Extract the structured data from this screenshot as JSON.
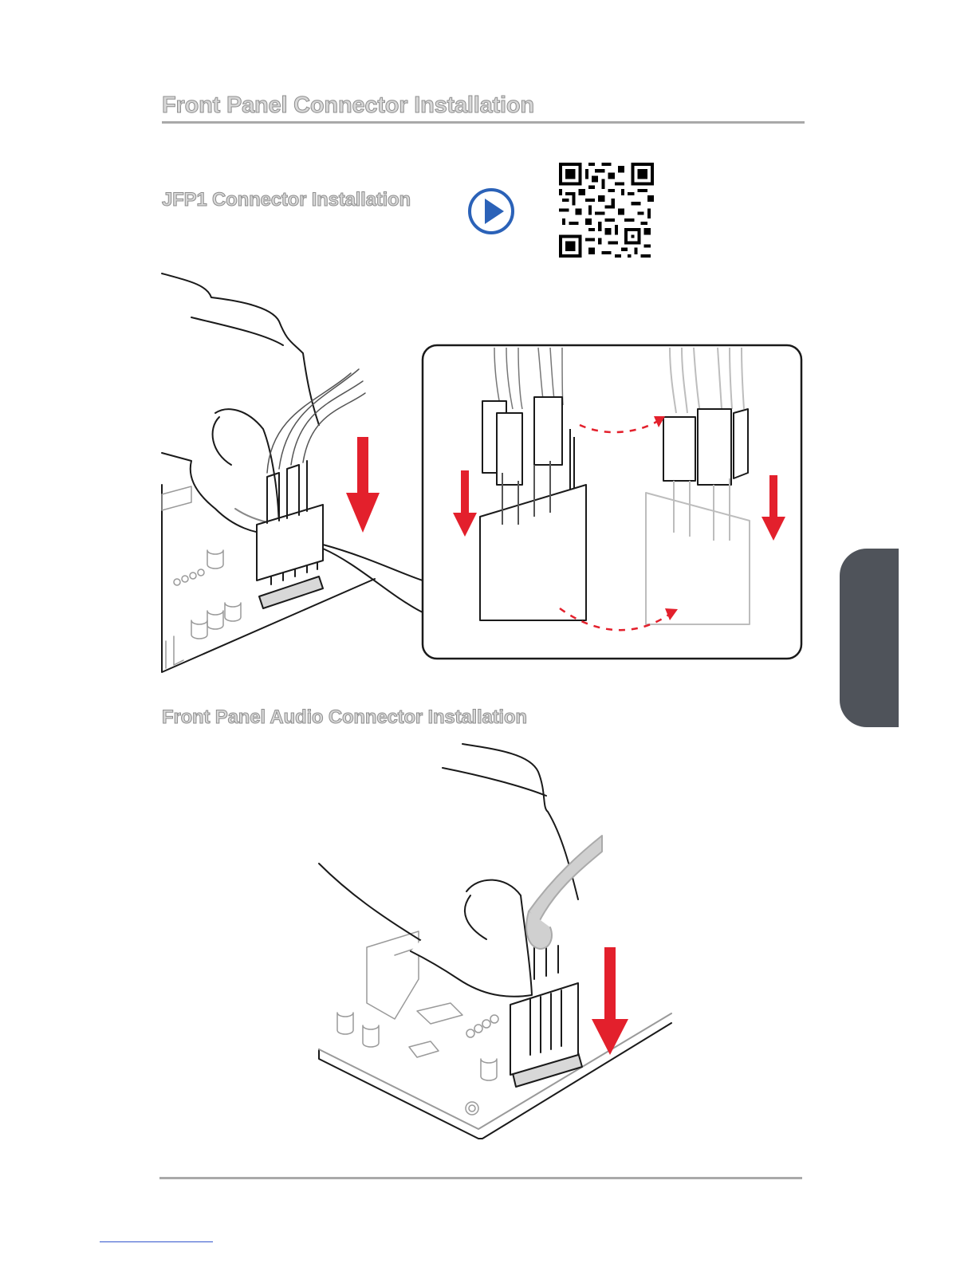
{
  "page": {
    "title": "Front Panel Connector Installation",
    "sections": {
      "jfp1": {
        "heading": "JFP1 Connector Installation"
      },
      "audio": {
        "heading": "Front Panel Audio Connector Installation"
      }
    }
  },
  "colors": {
    "heading_fill": "#d8d8d8",
    "heading_outline": "#8e8e8e",
    "rule": "#a9a9a9",
    "play_blue": "#2b62b8",
    "arrow_red": "#e3202c",
    "side_tab": "#4f535a"
  },
  "icons": {
    "play": "play-circle-icon",
    "qr": "qr-code-icon"
  }
}
